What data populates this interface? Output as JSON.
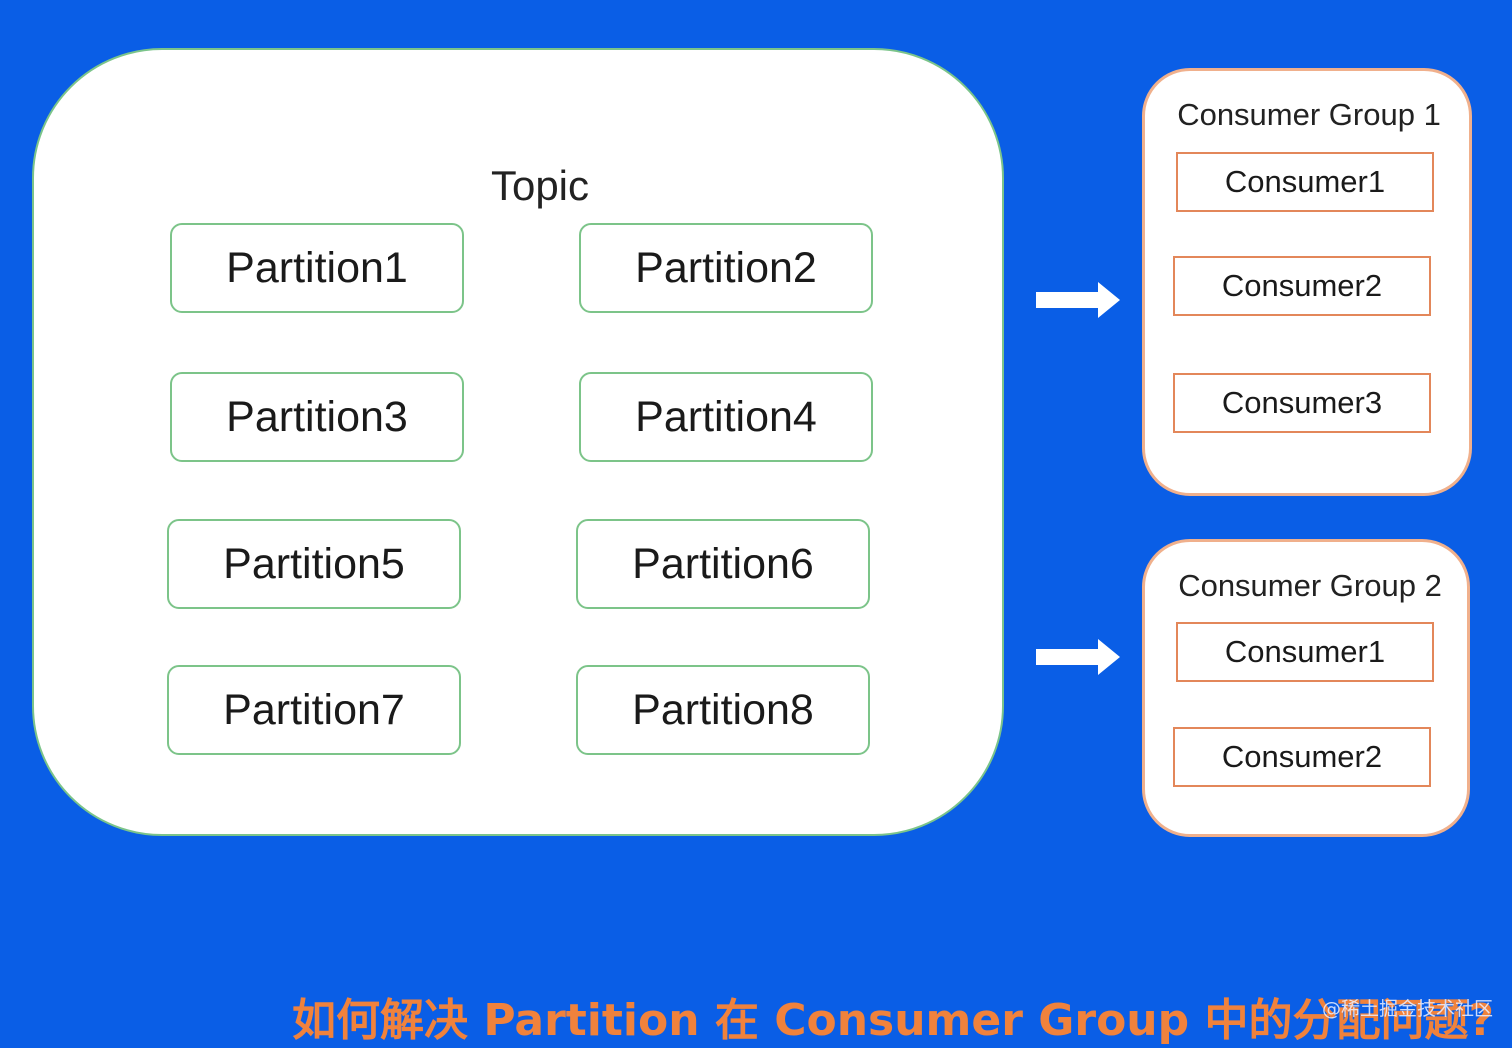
{
  "topic": {
    "title": "Topic",
    "partitions": [
      "Partition1",
      "Partition2",
      "Partition3",
      "Partition4",
      "Partition5",
      "Partition6",
      "Partition7",
      "Partition8"
    ]
  },
  "groups": [
    {
      "title": "Consumer Group 1",
      "consumers": [
        "Consumer1",
        "Consumer2",
        "Consumer3"
      ]
    },
    {
      "title": "Consumer Group 2",
      "consumers": [
        "Consumer1",
        "Consumer2"
      ]
    }
  ],
  "caption": "如何解决 Partition 在 Consumer Group 中的分配问题?",
  "watermark": "@稀土掘金技术社区",
  "colors": {
    "background": "#0a5ee6",
    "partition_border": "#7cc489",
    "consumer_border": "#e3875a",
    "caption": "#f0823c"
  }
}
